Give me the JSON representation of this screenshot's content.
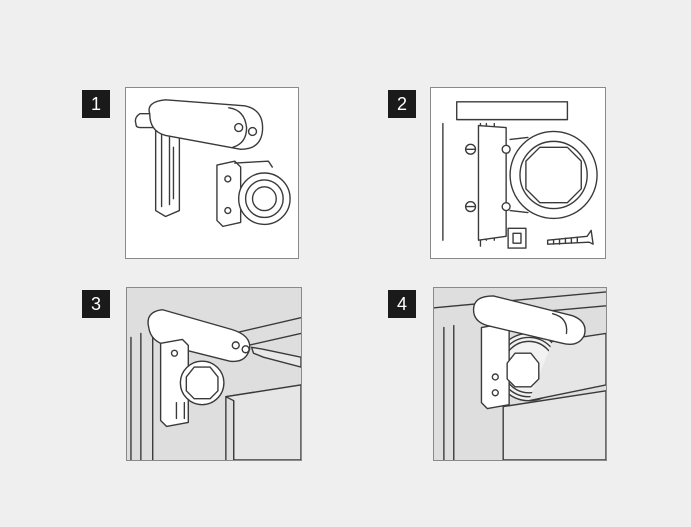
{
  "colors": {
    "page_background": "#efefef",
    "panel_white": "#ffffff",
    "panel_grey": "#dedede",
    "line": "#3a3a3a",
    "badge_background": "#1a1a1a",
    "badge_text": "#ffffff"
  },
  "steps": [
    {
      "number": "1"
    },
    {
      "number": "2"
    },
    {
      "number": "3"
    },
    {
      "number": "4"
    }
  ]
}
